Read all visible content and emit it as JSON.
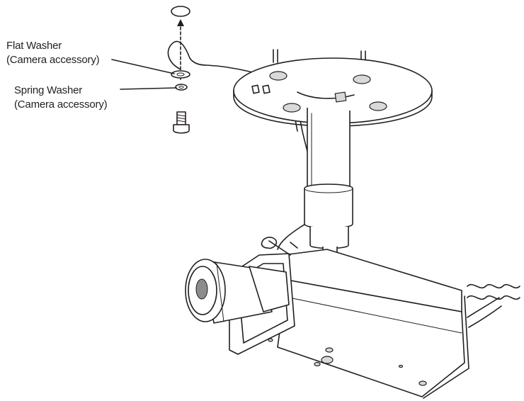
{
  "labels": {
    "flat_washer": {
      "name": "Flat Washer",
      "note": "(Camera accessory)"
    },
    "spring_washer": {
      "name": "Spring Washer",
      "note": "(Camera accessory)"
    }
  },
  "colors": {
    "line": "#231f20",
    "fill": "#ffffff",
    "shade": "#d9d9d9"
  }
}
